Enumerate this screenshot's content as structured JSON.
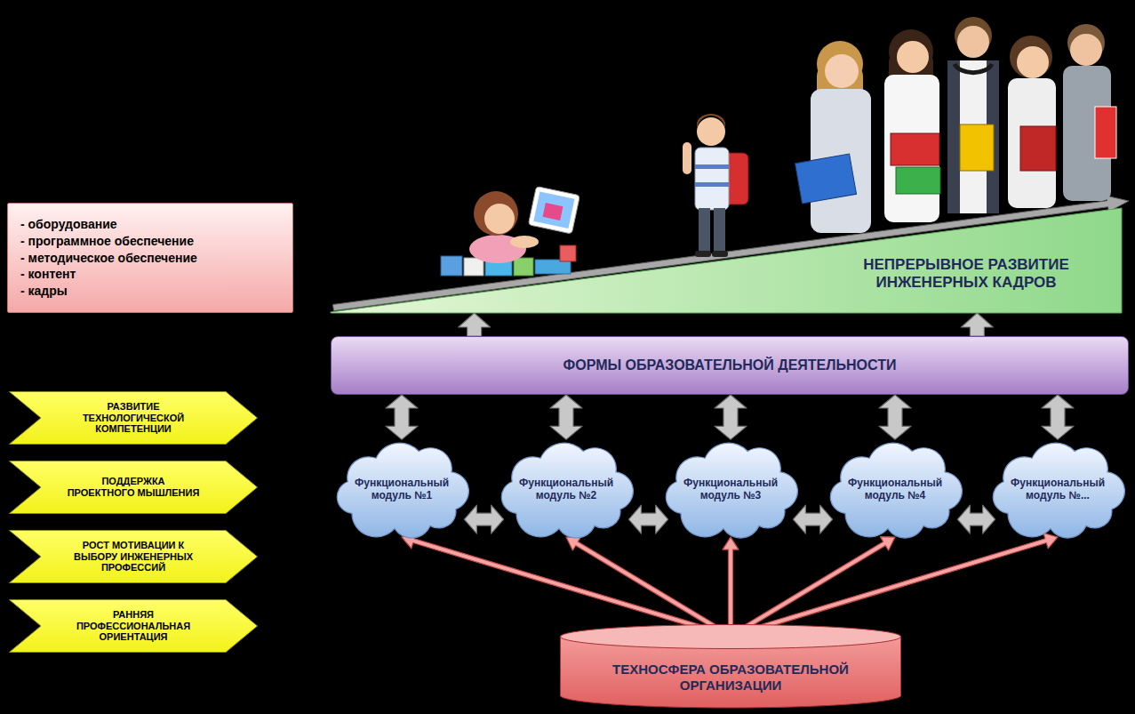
{
  "diagram": {
    "nodes": [
      {
        "text": [
          "- оборудование",
          "- программное обеспечение",
          "- методическое обеспечение",
          "- контент",
          "- кадры"
        ]
      },
      {
        "text": [
          "НЕПРЕРЫВНОЕ РАЗВИТИЕ ИНЖЕНЕРНЫХ КАДРОВ"
        ]
      },
      {
        "text": [
          "ФОРМЫ ОБРАЗОВАТЕЛЬНОЙ ДЕЯТЕЛЬНОСТИ"
        ]
      },
      {
        "text": [
          "РАЗВИТИЕ ТЕХНОЛОГИЧЕСКОЙ КОМПЕТЕНЦИИ"
        ]
      },
      {
        "text": [
          "ПОДДЕРЖКА ПРОЕКТНОГО МЫШЛЕНИЯ"
        ]
      },
      {
        "text": [
          "РОСТ МОТИВАЦИИ К ВЫБОРУ ИНЖЕНЕРНЫХ ПРОФЕССИЙ"
        ]
      },
      {
        "text": [
          "РАННЯЯ ПРОФЕССИОНАЛЬНАЯ ОРИЕНТАЦИЯ"
        ]
      },
      {
        "text": [
          "Функциональный модуль №1"
        ]
      },
      {
        "text": [
          "Функциональный модуль №2"
        ]
      },
      {
        "text": [
          "Функциональный модуль №3"
        ]
      },
      {
        "text": [
          "Функциональный модуль №4"
        ]
      },
      {
        "text": [
          "Функциональный модуль №..."
        ]
      },
      {
        "text": [
          "ТЕХНОСФЕРА ОБРАЗОВАТЕЛЬНОЙ ОРГАНИЗАЦИИ"
        ]
      }
    ],
    "edges": [
      {
        "from": 2,
        "to": 1,
        "arrow": "to"
      },
      {
        "from": 2,
        "to": 1,
        "arrow": "to"
      },
      {
        "from": 2,
        "to": 7,
        "arrow": "both"
      },
      {
        "from": 2,
        "to": 8,
        "arrow": "both"
      },
      {
        "from": 2,
        "to": 9,
        "arrow": "both"
      },
      {
        "from": 2,
        "to": 10,
        "arrow": "both"
      },
      {
        "from": 2,
        "to": 11,
        "arrow": "both"
      },
      {
        "from": 7,
        "to": 8,
        "arrow": "both"
      },
      {
        "from": 8,
        "to": 9,
        "arrow": "both"
      },
      {
        "from": 9,
        "to": 10,
        "arrow": "both"
      },
      {
        "from": 10,
        "to": 11,
        "arrow": "both"
      },
      {
        "from": 12,
        "to": 7,
        "arrow": "to"
      },
      {
        "from": 12,
        "to": 8,
        "arrow": "to"
      },
      {
        "from": 12,
        "to": 9,
        "arrow": "to"
      },
      {
        "from": 12,
        "to": 10,
        "arrow": "to"
      },
      {
        "from": 12,
        "to": 11,
        "arrow": "to"
      }
    ]
  }
}
